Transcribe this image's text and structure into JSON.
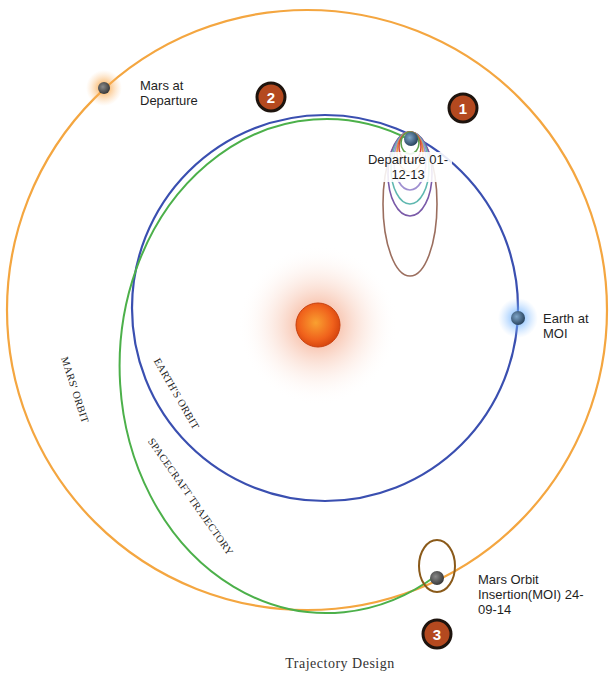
{
  "diagram": {
    "caption": "Trajectory Design",
    "nodes": [
      {
        "text": [
          "1"
        ]
      },
      {
        "text": [
          "2"
        ]
      },
      {
        "text": [
          "3"
        ]
      }
    ],
    "labels": [
      "Mars at Departure",
      "Departure 01-12-13",
      "Earth at MOI",
      "Mars Orbit Insertion(MOI) 24-09-14",
      "EARTH'S ORBIT",
      "SPACECRAFT TRAJECTORY",
      "MARS' ORBIT"
    ]
  }
}
